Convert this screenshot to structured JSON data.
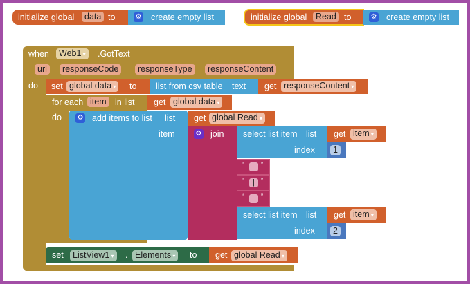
{
  "init_data": {
    "label": "initialize global",
    "var": "data",
    "to": "to",
    "value": "create empty list"
  },
  "init_read": {
    "label": "initialize global",
    "var": "Read",
    "to": "to",
    "value": "create empty list"
  },
  "event": {
    "when": "when",
    "component": "Web1",
    "event": ".GotText",
    "params": [
      "url",
      "responseCode",
      "responseType",
      "responseContent"
    ],
    "do": "do"
  },
  "set_data": {
    "set": "set",
    "var": "global data",
    "to": "to",
    "csv": "list from csv table",
    "text": "text",
    "get": "get",
    "getvar": "responseContent"
  },
  "foreach": {
    "label": "for each",
    "var": "item",
    "inlist": "in list",
    "get": "get",
    "getvar": "global data",
    "do": "do"
  },
  "additems": {
    "label": "add items to list",
    "list": "list",
    "item": "item",
    "get": "get",
    "getvar": "global Read"
  },
  "join": {
    "label": "join"
  },
  "select1": {
    "label": "select list item",
    "list": "list",
    "index": "index",
    "get": "get",
    "getvar": "item",
    "index_value": "1"
  },
  "texts": [
    "",
    "|",
    ""
  ],
  "select2": {
    "label": "select list item",
    "list": "list",
    "index": "index",
    "get": "get",
    "getvar": "item",
    "index_value": "2"
  },
  "set_list": {
    "set": "set",
    "component": "ListView1",
    "dot": ".",
    "prop": "Elements",
    "to": "to",
    "get": "get",
    "getvar": "global Read"
  },
  "colors": {
    "variables": "#d1602c",
    "lists": "#49a4d4",
    "control": "#b18d35",
    "text": "#b32d5e",
    "component": "#2d6b47",
    "frame": "#a24ea6"
  }
}
